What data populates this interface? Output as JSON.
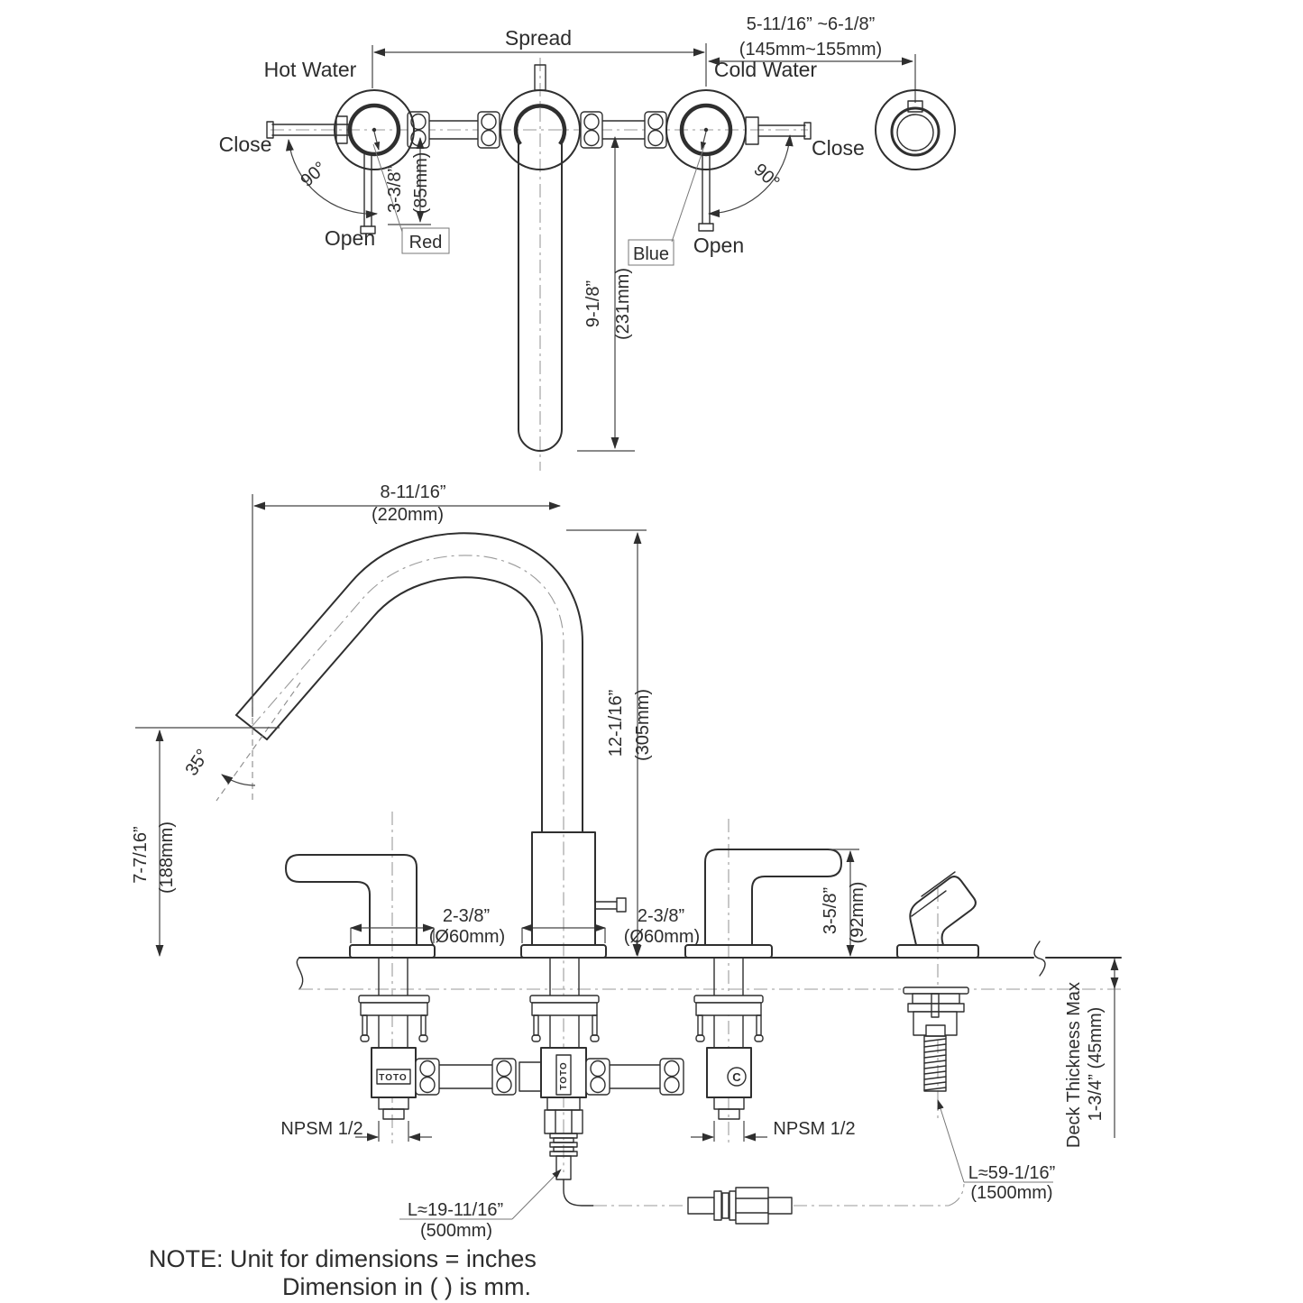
{
  "note": {
    "line1": "NOTE: Unit for dimensions = inches",
    "line2": "Dimension in ( ) is mm."
  },
  "top_view": {
    "spread_label": "Spread",
    "hot_water": "Hot Water",
    "cold_water": "Cold Water",
    "close_left": "Close",
    "close_right": "Close",
    "open_left": "Open",
    "open_right": "Open",
    "red": "Red",
    "blue": "Blue",
    "angle_90_left": "90°",
    "angle_90_right": "90°",
    "handle_drop": {
      "in": "3-3/8”",
      "mm": "(85mm)"
    },
    "spout_len": {
      "in": "9-1/8”",
      "mm": "(231mm)"
    },
    "wall_range": {
      "in": "5-11/16” ~6-1/8”",
      "mm": "(145mm~155mm)"
    }
  },
  "side_view": {
    "reach": {
      "in": "8-11/16”",
      "mm": "(220mm)"
    },
    "angle_35": "35°",
    "tip_height": {
      "in": "7-7/16”",
      "mm": "(188mm)"
    },
    "spout_height": {
      "in": "12-1/16”",
      "mm": "(305mm)"
    },
    "esc_left": {
      "in": "2-3/8”",
      "mm": "(Ø60mm)"
    },
    "esc_center": {
      "in": "2-3/8”",
      "mm": "(Ø60mm)"
    },
    "handle_height": {
      "in": "3-5/8”",
      "mm": "(92mm)"
    },
    "deck": {
      "line1": "Deck Thickness Max",
      "line2": "1-3/4” (45mm)"
    },
    "npsm_left": "NPSM 1/2",
    "npsm_right": "NPSM 1/2",
    "brand_left": "TOTO",
    "brand_center": "TOTO",
    "cold_mark": "C",
    "hose_center": {
      "l": "L≈19-11/16”",
      "mm": "(500mm)"
    },
    "hose_shower": {
      "l": "L≈59-1/16”",
      "mm": "(1500mm)"
    }
  }
}
